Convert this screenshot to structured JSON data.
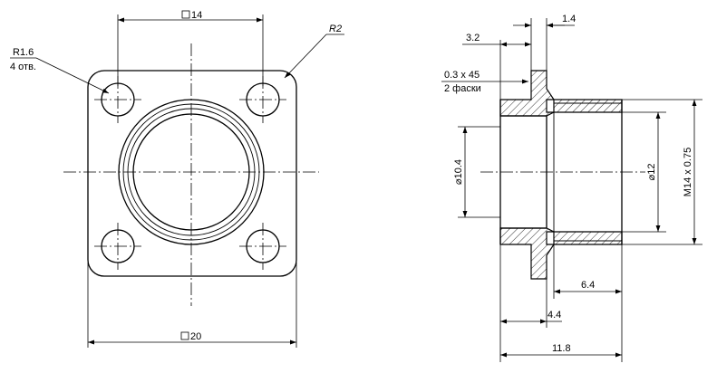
{
  "front_view": {
    "dim_top": "14",
    "dim_bottom": "20",
    "hole_radius_value": "R1.6",
    "hole_count": "4 отв.",
    "corner_radius": "R2"
  },
  "section_view": {
    "dim_top_left": "3.2",
    "dim_top_right": "1.4",
    "chamfer_size": "0.3 x 45",
    "chamfer_count": "2 фаски",
    "dia_inner": "⌀10.4",
    "dia_outer": "⌀12",
    "thread": "M14 x 0.75",
    "dim_6_4": "6.4",
    "dim_4_4": "4.4",
    "dim_11_8": "11.8"
  }
}
